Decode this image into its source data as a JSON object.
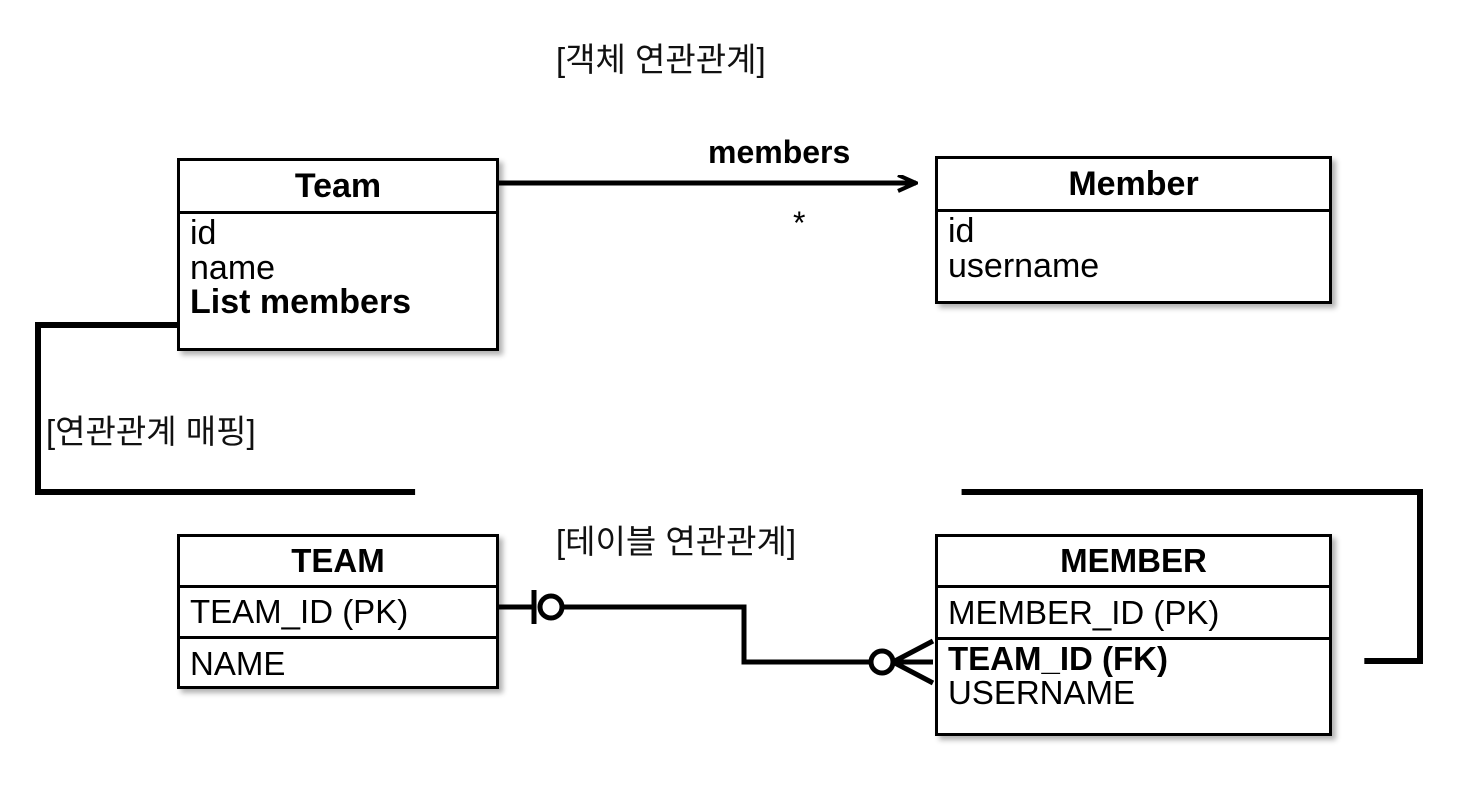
{
  "diagram": {
    "sections": {
      "object_title": "[객체 연관관계]",
      "mapping_title": "[연관관계 매핑]",
      "table_title": "[테이블 연관관계]"
    },
    "object_model": {
      "team_class": {
        "name": "Team",
        "attributes": [
          {
            "text": "id",
            "bold": false
          },
          {
            "text": "name",
            "bold": false
          },
          {
            "text": "List members",
            "bold": true
          }
        ]
      },
      "member_class": {
        "name": "Member",
        "attributes": [
          {
            "text": "id",
            "bold": false
          },
          {
            "text": "username",
            "bold": false
          }
        ]
      },
      "association": {
        "label": "members",
        "multiplicity": "*",
        "direction": "Team -> Member",
        "arrow": "open-arrow"
      }
    },
    "table_model": {
      "team_table": {
        "name": "TEAM",
        "columns": [
          {
            "text": "TEAM_ID (PK)",
            "bold": false
          },
          {
            "text": "NAME",
            "bold": false
          }
        ]
      },
      "member_table": {
        "name": "MEMBER",
        "columns": [
          {
            "text": "MEMBER_ID (PK)",
            "bold": false
          },
          {
            "text": "TEAM_ID (FK)",
            "bold": true
          },
          {
            "text": "USERNAME",
            "bold": false
          }
        ]
      },
      "relationship": {
        "left_cardinality": "one-and-only-one",
        "right_cardinality": "zero-or-many",
        "notation": "crows-foot"
      }
    },
    "mapping_link": {
      "style": "dashed",
      "from": "Team.List members",
      "to": "MEMBER.TEAM_ID (FK)",
      "arrow": "open-arrow-left"
    },
    "colors": {
      "stroke": "#000000",
      "fill": "#ffffff",
      "text": "#000000"
    }
  }
}
